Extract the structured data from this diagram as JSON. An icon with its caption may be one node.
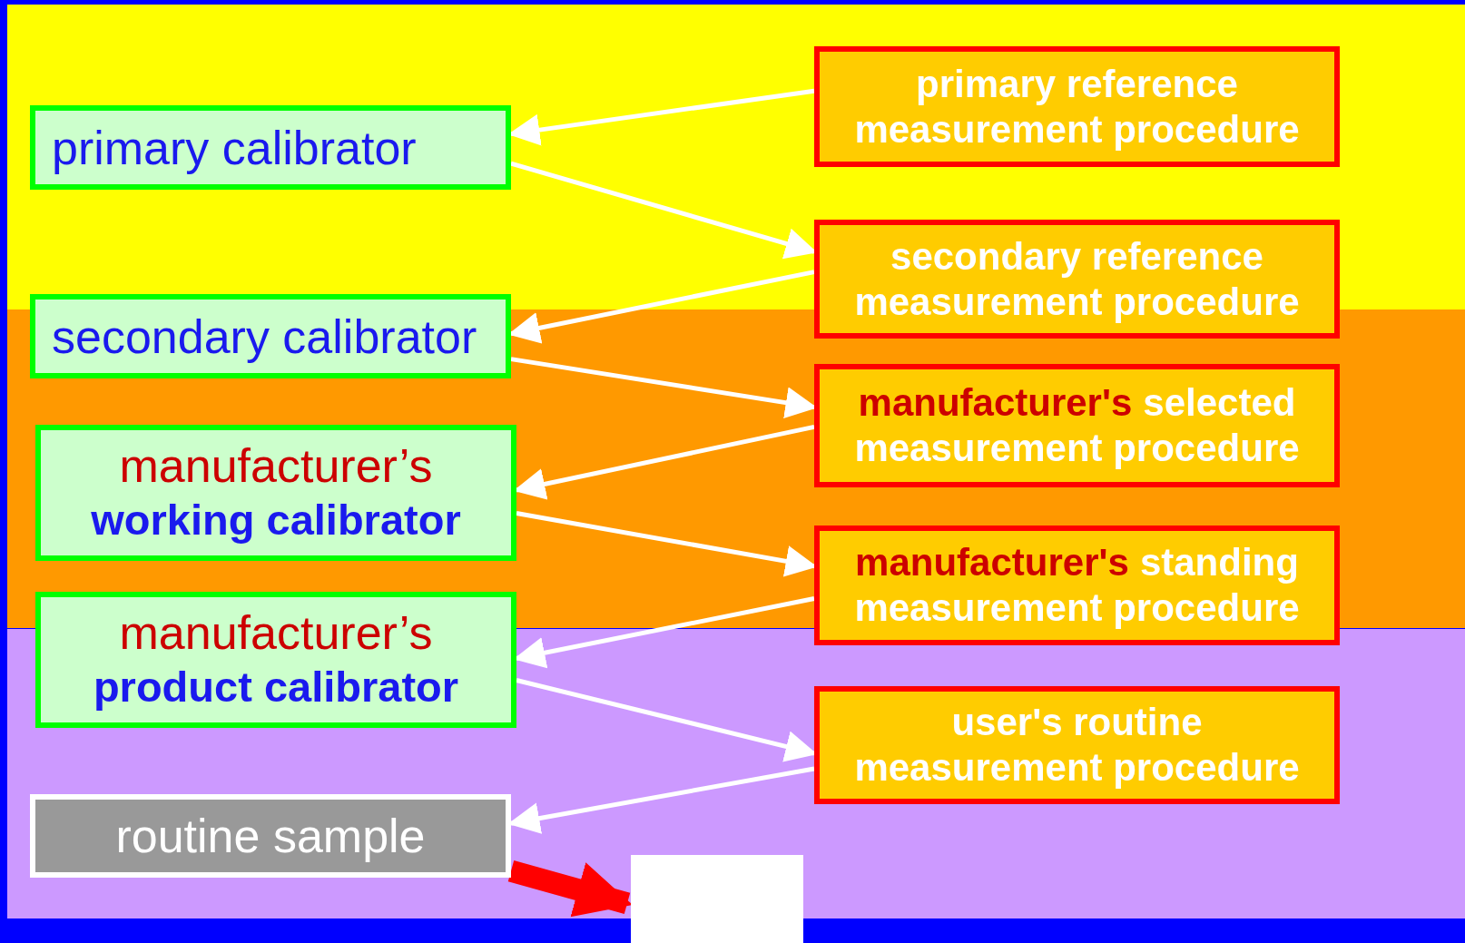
{
  "diagram": {
    "nodes": [
      {
        "text": [
          "primary calibrator"
        ]
      },
      {
        "text": [
          "secondary calibrator"
        ]
      },
      {
        "text": [
          "manufacturer’s",
          "working calibrator"
        ]
      },
      {
        "text": [
          "manufacturer’s",
          "product calibrator"
        ]
      },
      {
        "text": [
          "routine sample"
        ]
      },
      {
        "text": [
          "primary reference measurement procedure"
        ]
      },
      {
        "text": [
          "secondary reference measurement procedure"
        ]
      },
      {
        "text": [
          "manufacturer's",
          "selected measurement procedure"
        ]
      },
      {
        "text": [
          "manufacturer's",
          "standing measurement procedure"
        ]
      },
      {
        "text": [
          "user's routine measurement procedure"
        ]
      },
      {
        "text": [],
        "shape": "box"
      }
    ],
    "edges": [
      {
        "from": 5,
        "to": 0,
        "arrow": "to"
      },
      {
        "from": 0,
        "to": 6,
        "arrow": "to"
      },
      {
        "from": 6,
        "to": 1,
        "arrow": "to"
      },
      {
        "from": 1,
        "to": 7,
        "arrow": "to"
      },
      {
        "from": 7,
        "to": 2,
        "arrow": "to"
      },
      {
        "from": 2,
        "to": 8,
        "arrow": "to"
      },
      {
        "from": 8,
        "to": 3,
        "arrow": "to"
      },
      {
        "from": 3,
        "to": 9,
        "arrow": "to"
      },
      {
        "from": 9,
        "to": 4,
        "arrow": "to"
      },
      {
        "from": 4,
        "to": 10,
        "arrow": "to",
        "style": "thick",
        "color": "#ff0000"
      }
    ]
  }
}
